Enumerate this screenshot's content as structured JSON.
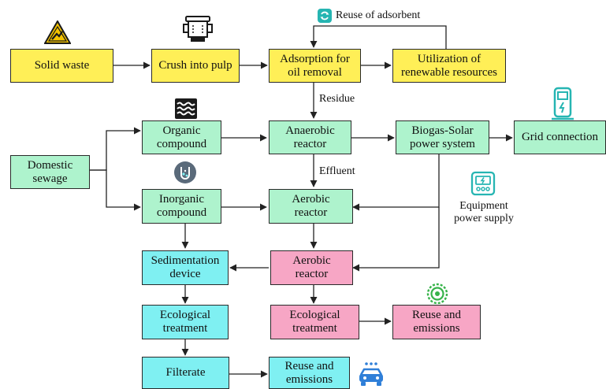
{
  "nodes": {
    "solid_waste": "Solid waste",
    "crush": "Crush into pulp",
    "adsorption": "Adsorption for\noil removal",
    "utilization": "Utilization of\nrenewable resources",
    "organic": "Organic\ncompound",
    "anaerobic": "Anaerobic\nreactor",
    "biogas": "Biogas-Solar\npower system",
    "grid": "Grid connection",
    "domestic": "Domestic\nsewage",
    "inorganic": "Inorganic\ncompound",
    "aerobic1": "Aerobic\nreactor",
    "sedimentation": "Sedimentation\ndevice",
    "aerobic2": "Aerobic\nreactor",
    "eco_left": "Ecological\ntreatment",
    "eco_mid": "Ecological\ntreatment",
    "reuse_right": "Reuse and\nemissions",
    "filterate": "Filterate",
    "reuse_bottom": "Reuse and\nemissions"
  },
  "labels": {
    "reuse_adsorbent": "Reuse of adsorbent",
    "residue": "Residue",
    "effluent": "Effluent",
    "equipment": "Equipment\npower supply"
  },
  "icons": {
    "hazard": "hazard-warning-icon",
    "crusher": "crusher-machine-icon",
    "water": "water-waves-icon",
    "chemical": "chemical-beaker-icon",
    "recycle": "recycle-icon",
    "charger": "charging-station-icon",
    "meter": "power-meter-icon",
    "target": "target-emission-icon",
    "car": "car-icon"
  },
  "colors": {
    "yellow": "#ffef57",
    "green": "#aef3cd",
    "cyan": "#7ff0f2",
    "pink": "#f7a6c5",
    "icon_teal": "#26b5b2"
  }
}
